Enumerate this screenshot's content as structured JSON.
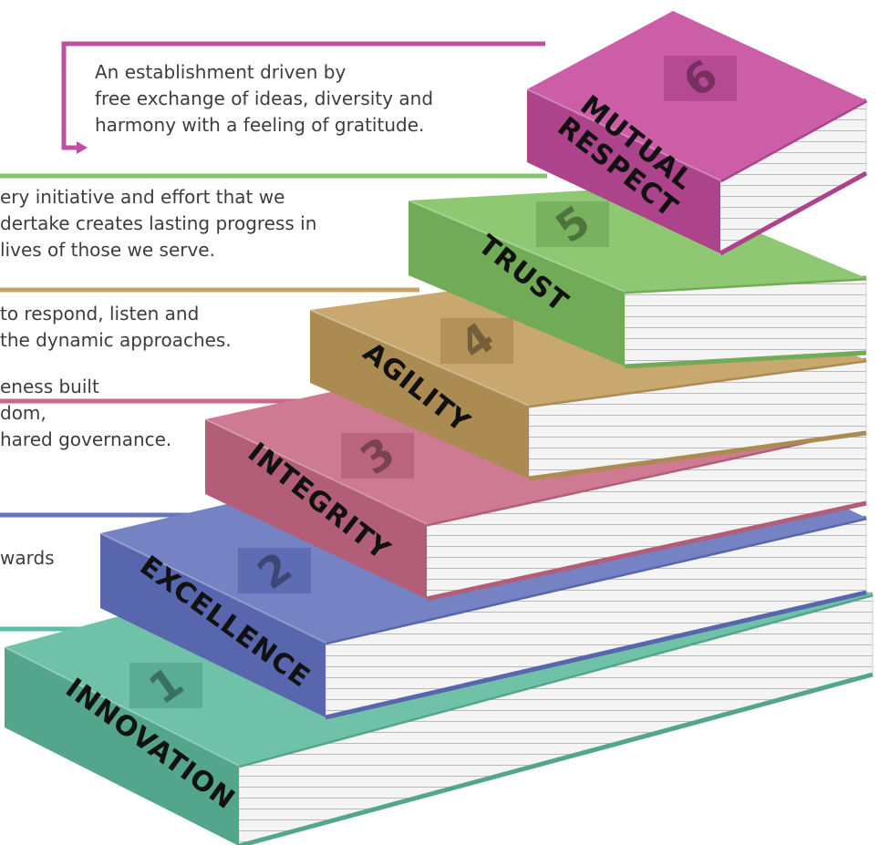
{
  "steps": [
    {
      "number": "1",
      "label": "INNOVATION",
      "color": "#6fc2a8",
      "color_dark": "#53a68c",
      "line_color": "#5bbfa5",
      "desc": [
        "wards"
      ]
    },
    {
      "number": "2",
      "label": "EXCELLENCE",
      "color": "#7583c4",
      "color_dark": "#5766ad",
      "line_color": "#6775bf",
      "desc": []
    },
    {
      "number": "3",
      "label": "INTEGRITY",
      "color": "#cf7a93",
      "color_dark": "#b35e78",
      "line_color": "#c9668a",
      "desc": [
        "eness built",
        "dom,",
        "hared governance."
      ]
    },
    {
      "number": "4",
      "label": "AGILITY",
      "color": "#c9a86f",
      "color_dark": "#ab8b52",
      "line_color": "#c6a469",
      "desc": [
        "to respond, listen and",
        "the dynamic approaches."
      ]
    },
    {
      "number": "5",
      "label": "TRUST",
      "color": "#8fc873",
      "color_dark": "#72ab57",
      "line_color": "#86c46a",
      "desc": [
        "ery initiative and effort that we",
        "dertake creates lasting progress in",
        "lives of those we serve."
      ]
    },
    {
      "number": "6",
      "label": "MUTUAL\nRESPECT",
      "color": "#cc5ea8",
      "color_dark": "#ad438b",
      "line_color": "#c04fa0",
      "desc": [
        "An establishment driven by",
        "free exchange of ideas, diversity and",
        "harmony with a feeling of gratitude."
      ]
    }
  ]
}
